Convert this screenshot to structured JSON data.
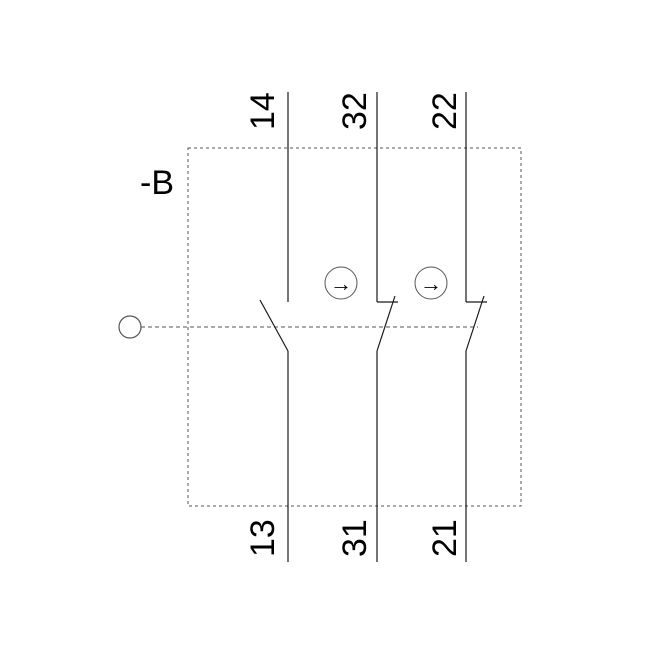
{
  "device_label": "-B",
  "terminals": {
    "no_top": "14",
    "no_bottom": "13",
    "nc1_top": "32",
    "nc1_bottom": "31",
    "nc2_top": "22",
    "nc2_bottom": "21"
  },
  "positive_opening_symbol": "→",
  "colors": {
    "line": "#1a1a1a",
    "dashed": "#555555",
    "circle": "#555555",
    "background": "#ffffff"
  }
}
